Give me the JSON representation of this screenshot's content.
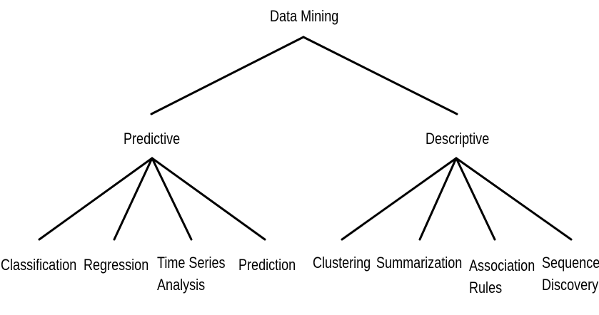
{
  "root": {
    "label": "Data Mining"
  },
  "predictive": {
    "label": "Predictive",
    "children": [
      {
        "label": "Classification"
      },
      {
        "label": "Regression"
      },
      {
        "label": "Time Series\nAnalysis"
      },
      {
        "label": "Prediction"
      }
    ]
  },
  "descriptive": {
    "label": "Descriptive",
    "children": [
      {
        "label": "Clustering"
      },
      {
        "label": "Summarization"
      },
      {
        "label": "Association\nRules"
      },
      {
        "label": "Sequence\nDiscovery"
      }
    ]
  }
}
